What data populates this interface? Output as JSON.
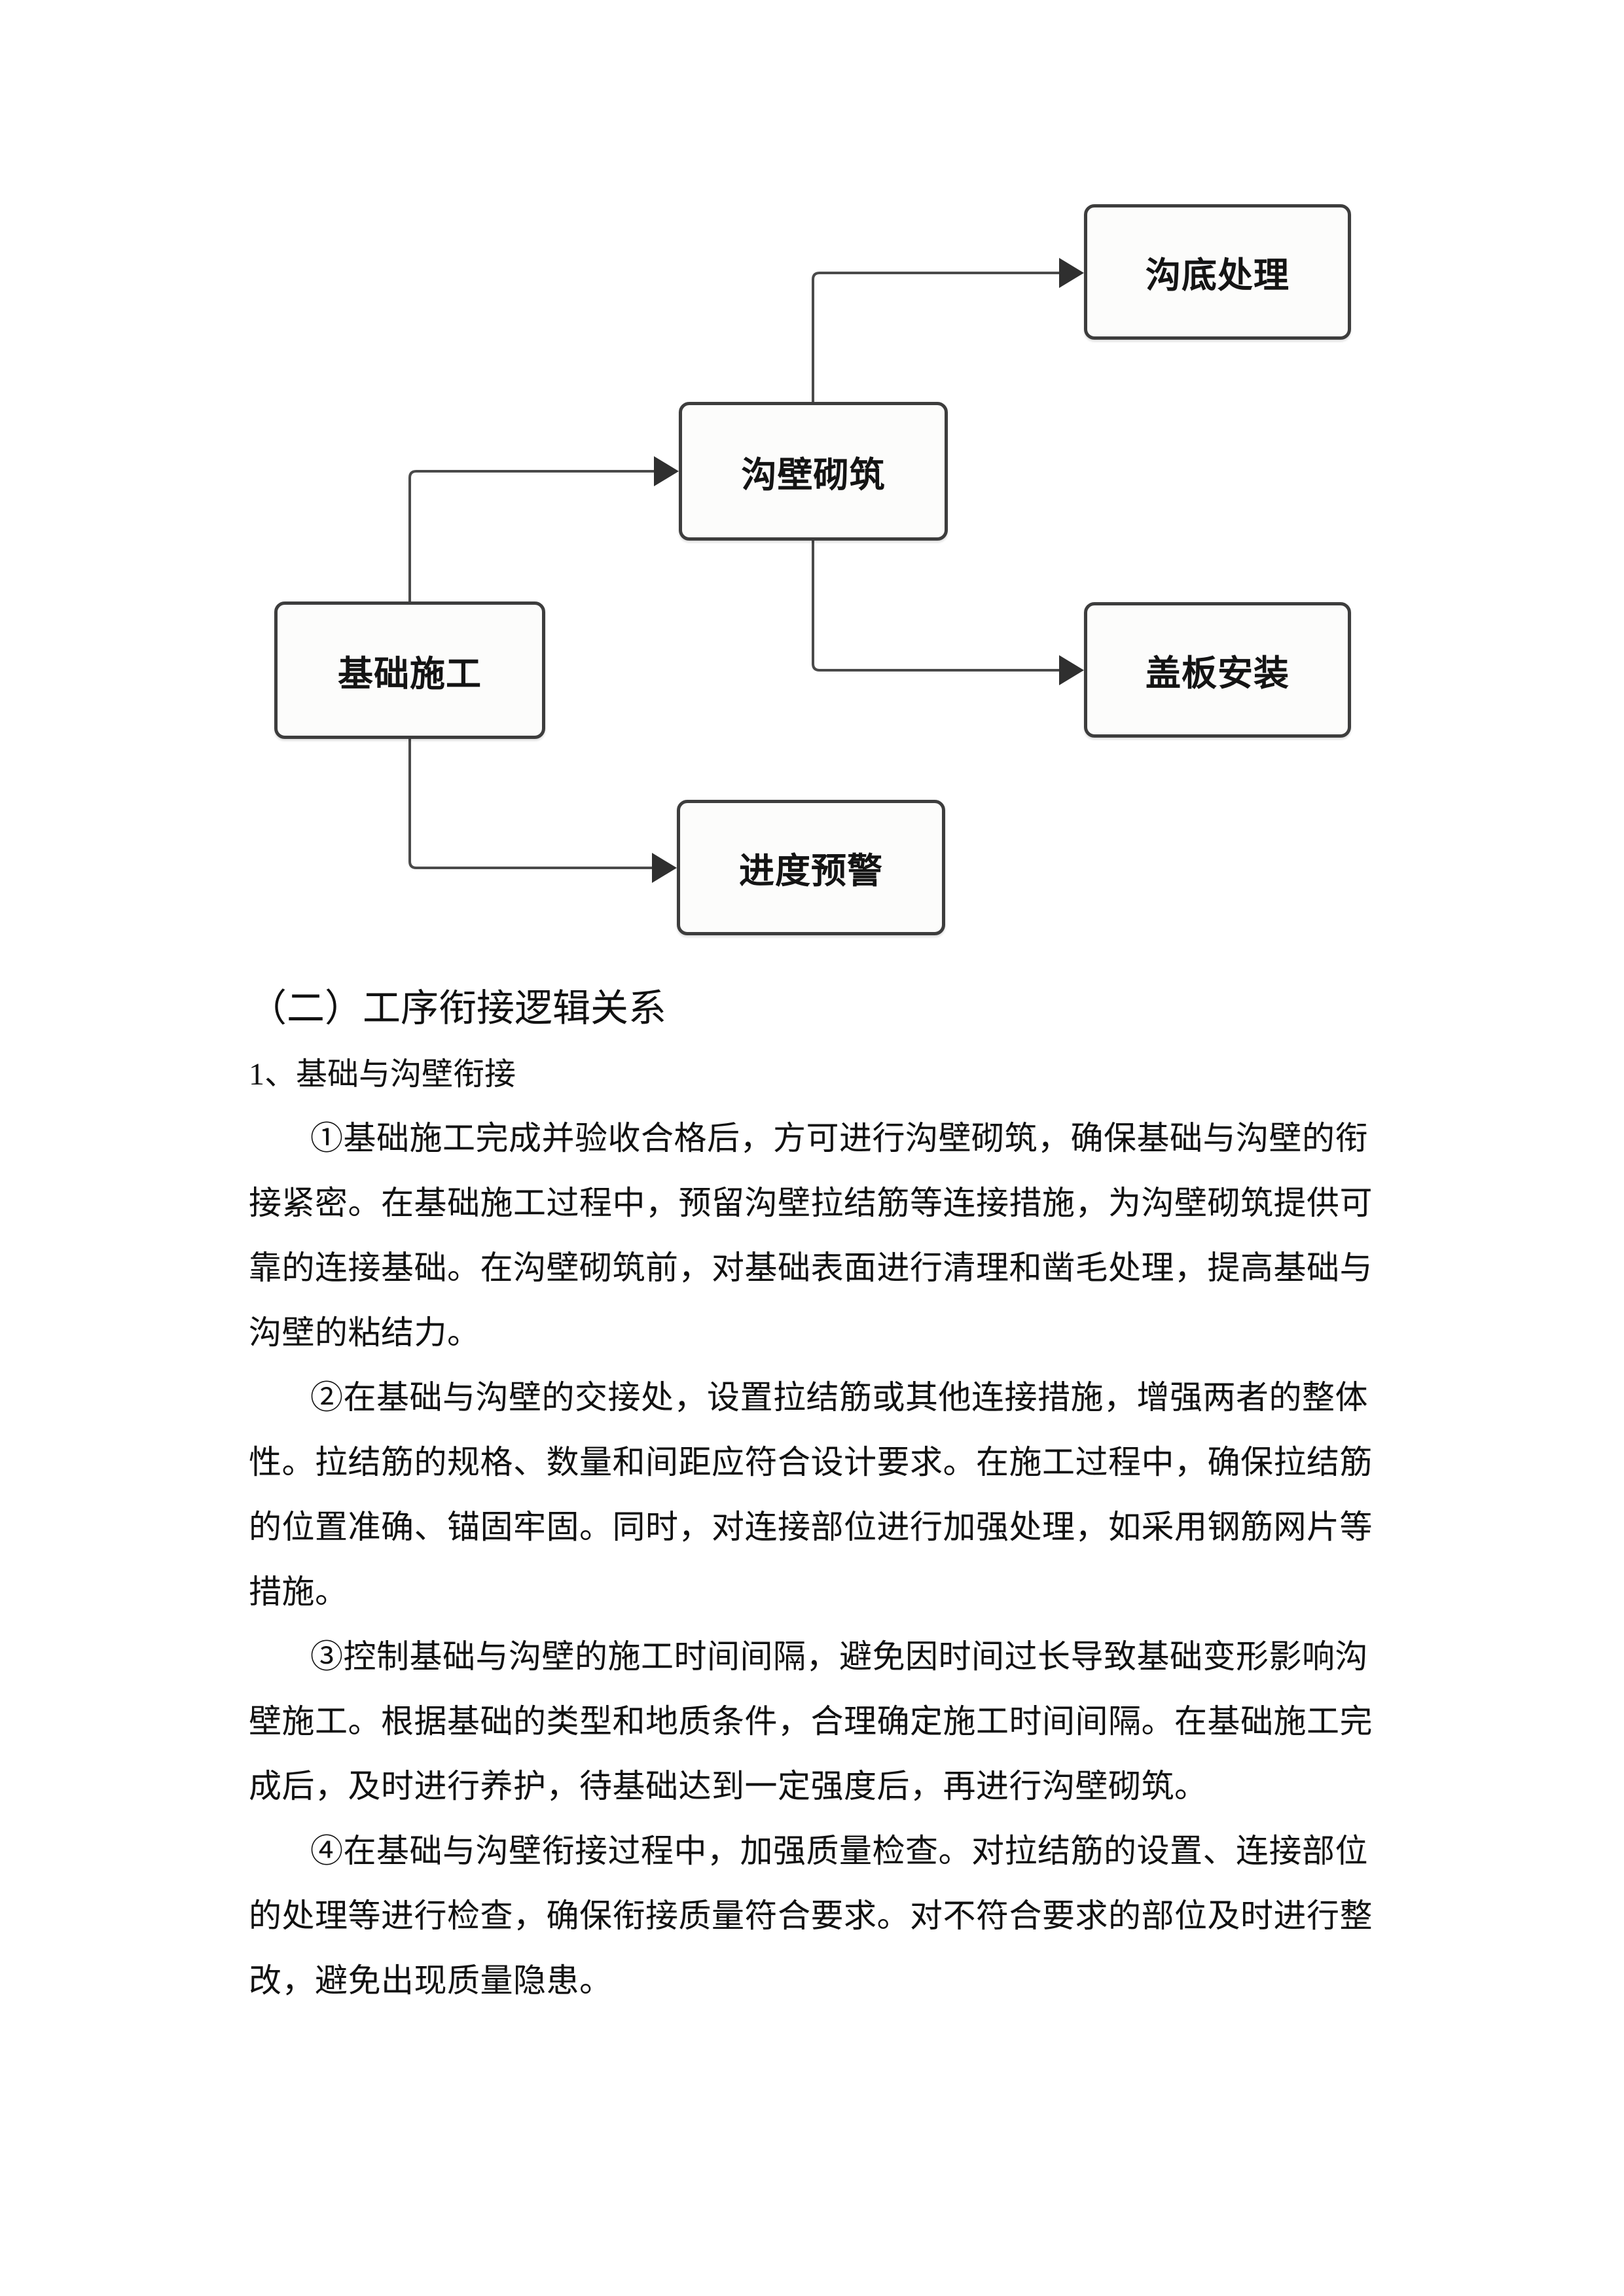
{
  "page": {
    "background": "#ffffff",
    "text_color": "#111111"
  },
  "diagram": {
    "type": "flowchart",
    "colors": {
      "node_border": "#3d3d3d",
      "node_fill": "#fcfcfb",
      "connector": "#4a4a4a",
      "arrowhead": "#2f2f2f"
    },
    "nodes": [
      {
        "id": "trench-bottom-treatment",
        "label": "沟底处理"
      },
      {
        "id": "trench-wall-masonry",
        "label": "沟壁砌筑"
      },
      {
        "id": "foundation-construction",
        "label": "基础施工"
      },
      {
        "id": "cover-plate-installation",
        "label": "盖板安装"
      },
      {
        "id": "progress-warning",
        "label": "进度预警"
      }
    ],
    "edges": [
      {
        "from": "foundation-construction",
        "to": "trench-wall-masonry"
      },
      {
        "from": "trench-wall-masonry",
        "to": "trench-bottom-treatment"
      },
      {
        "from": "trench-wall-masonry",
        "to": "cover-plate-installation"
      },
      {
        "from": "foundation-construction",
        "to": "progress-warning"
      }
    ]
  },
  "section": {
    "heading": "（二）工序衔接逻辑关系",
    "subheading": "1、基础与沟壁衔接"
  },
  "paragraphs": [
    {
      "lines": [
        "①基础施工完成并验收合格后，方可进行沟壁砌筑，确保基础与沟壁的衔",
        "接紧密。在基础施工过程中，预留沟壁拉结筋等连接措施，为沟壁砌筑提供可",
        "靠的连接基础。在沟壁砌筑前，对基础表面进行清理和凿毛处理，提高基础与",
        "沟壁的粘结力。"
      ]
    },
    {
      "lines": [
        "②在基础与沟壁的交接处，设置拉结筋或其他连接措施，增强两者的整体",
        "性。拉结筋的规格、数量和间距应符合设计要求。在施工过程中，确保拉结筋",
        "的位置准确、锚固牢固。同时，对连接部位进行加强处理，如采用钢筋网片等",
        "措施。"
      ]
    },
    {
      "lines": [
        "③控制基础与沟壁的施工时间间隔，避免因时间过长导致基础变形影响沟",
        "壁施工。根据基础的类型和地质条件，合理确定施工时间间隔。在基础施工完",
        "成后，及时进行养护，待基础达到一定强度后，再进行沟壁砌筑。"
      ]
    },
    {
      "lines": [
        "④在基础与沟壁衔接过程中，加强质量检查。对拉结筋的设置、连接部位",
        "的处理等进行检查，确保衔接质量符合要求。对不符合要求的部位及时进行整",
        "改，避免出现质量隐患。"
      ]
    }
  ]
}
